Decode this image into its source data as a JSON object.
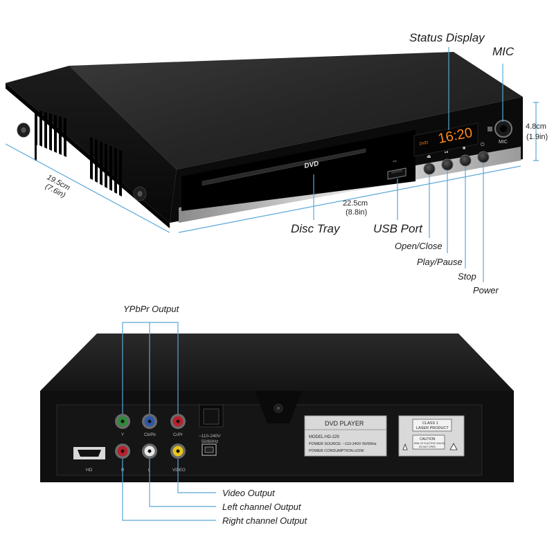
{
  "front_view": {
    "status_display_label": "Status Display",
    "mic_label": "MIC",
    "disc_tray_label": "Disc Tray",
    "usb_port_label": "USB Port",
    "open_close_label": "Open/Close",
    "play_pause_label": "Play/Pause",
    "stop_label": "Stop",
    "power_label": "Power",
    "display_time": "16:20",
    "display_small": "DVD",
    "logo_text": "DVD",
    "mic_text": "MIC",
    "depth_cm": "19.5cm",
    "depth_in": "(7.6in)",
    "width_cm": "22.5cm",
    "width_in": "(8.8in)",
    "height_cm": "4.8cm",
    "height_in": "(1.9in)"
  },
  "back_view": {
    "ypbpr_label": "YPbPr Output",
    "video_output_label": "Video Output",
    "left_channel_label": "Left channel Output",
    "right_channel_label": "Right channel Output",
    "jack_y": "Y",
    "jack_cb": "Cb/Pb",
    "jack_cr": "Cr/Pr",
    "jack_r": "R",
    "jack_l": "L",
    "jack_video": "VIDEO",
    "hd_label": "HD",
    "power_spec_line1": "~110-240V",
    "power_spec_line2": "50/60Hz",
    "plate_title": "DVD PLAYER",
    "plate_model": "MODEL:HD-229",
    "plate_power_source": "POWER SOURCE: ~110-240V 50/60Hz",
    "plate_consumption": "POWER CONSUMPTION:≤15W",
    "class_line1": "CLASS 1",
    "class_line2": "LASER PRODUCT",
    "caution_title": "CAUTION",
    "caution_line1": "RISK OF ELECTRIC SHOCK",
    "caution_line2": "DO NOT OPEN"
  },
  "colors": {
    "body_top": "#2c2c2c",
    "body_front": "#0c0c0c",
    "silver": "#c9c9c9",
    "display_orange": "#ff8a1e",
    "leader_blue": "#5aa7d8",
    "jack_green": "#2f8a3a",
    "jack_blue": "#2f57a8",
    "jack_red": "#b8202a",
    "jack_white": "#e8e8e8",
    "jack_yellow": "#e8c51a"
  }
}
